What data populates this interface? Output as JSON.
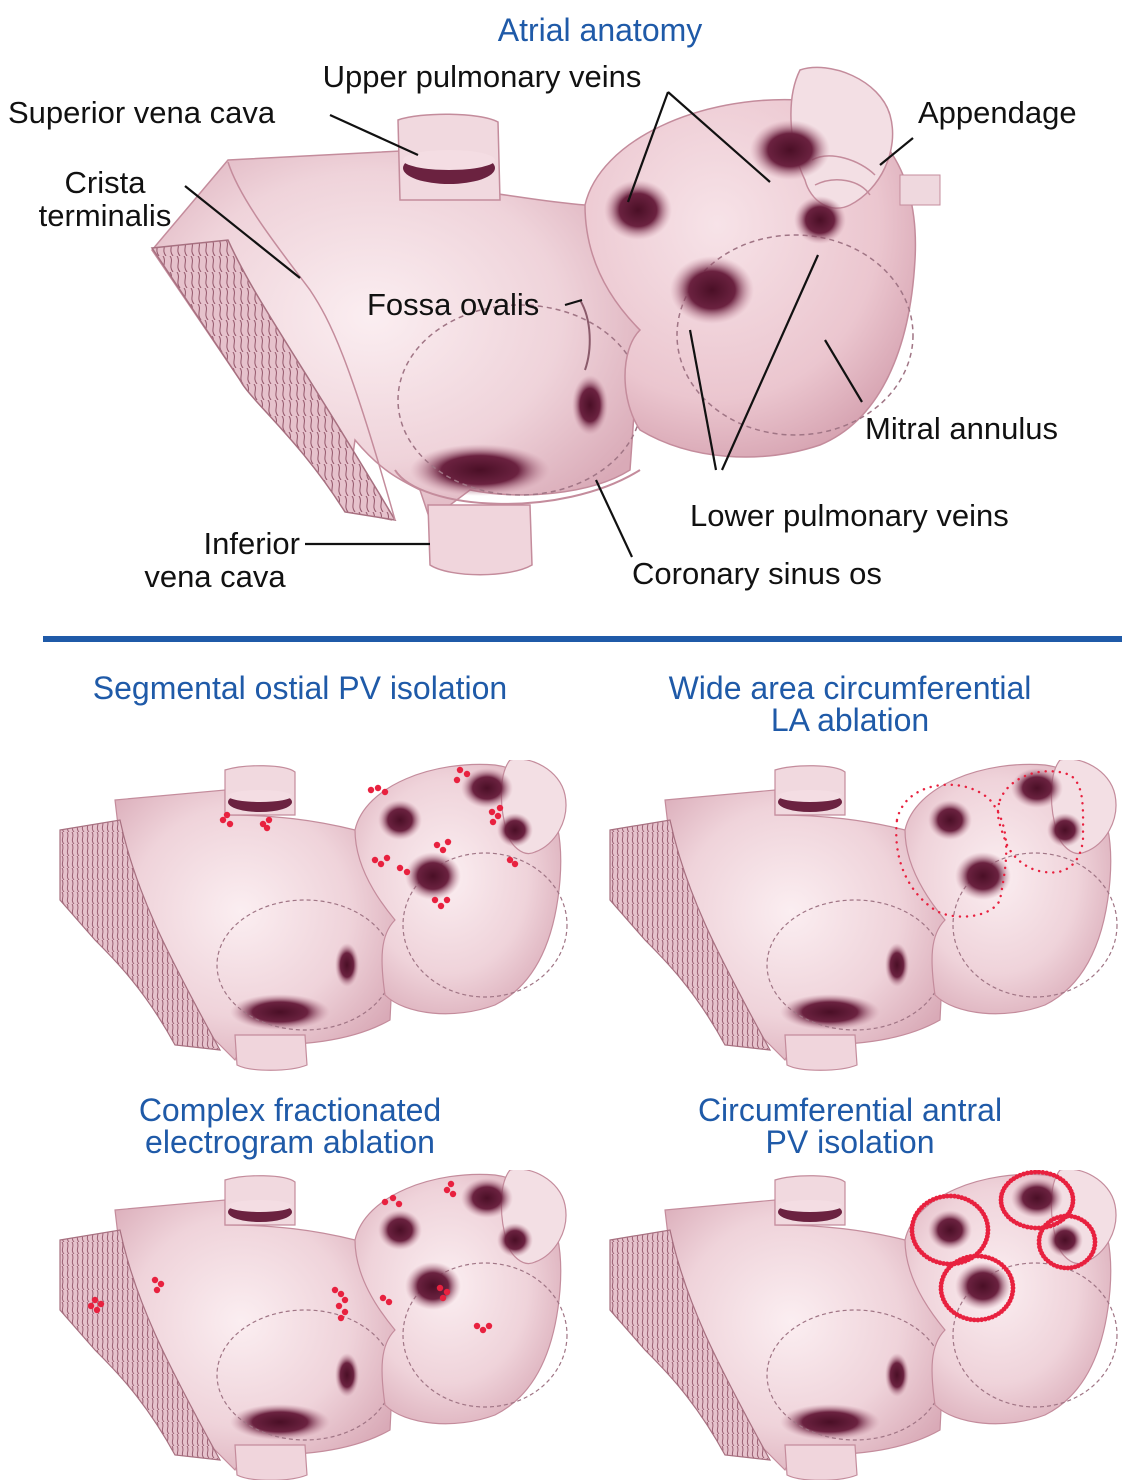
{
  "colors": {
    "title_blue": "#1f5aa8",
    "divider_blue": "#1f5aa8",
    "tissue": "#ecc9d2",
    "tissue_light": "#f5dfe5",
    "tissue_dark": "#c89aa8",
    "vein_ostium": "#5a1630",
    "lesion_red": "#e8213f",
    "label_text": "#111111"
  },
  "main": {
    "title": "Atrial anatomy",
    "labels": {
      "upper_pulmonary_veins": "Upper pulmonary veins",
      "superior_vena_cava": "Superior vena cava",
      "appendage": "Appendage",
      "crista_line1": "Crista",
      "crista_line2": "terminalis",
      "fossa_ovalis": "Fossa ovalis",
      "mitral_annulus": "Mitral annulus",
      "lower_pulmonary_veins": "Lower pulmonary veins",
      "inferior_line1": "Inferior",
      "inferior_line2": "vena cava",
      "coronary_sinus_os": "Coronary sinus os"
    }
  },
  "panels": [
    {
      "title_line1": "Segmental ostial PV isolation",
      "title_line2": "",
      "pattern": "segmental"
    },
    {
      "title_line1": "Wide area circumferential",
      "title_line2": "LA ablation",
      "pattern": "wide-area"
    },
    {
      "title_line1": "Complex fractionated",
      "title_line2": "electrogram ablation",
      "pattern": "cfae"
    },
    {
      "title_line1": "Circumferential antral",
      "title_line2": "PV isolation",
      "pattern": "antral"
    }
  ]
}
